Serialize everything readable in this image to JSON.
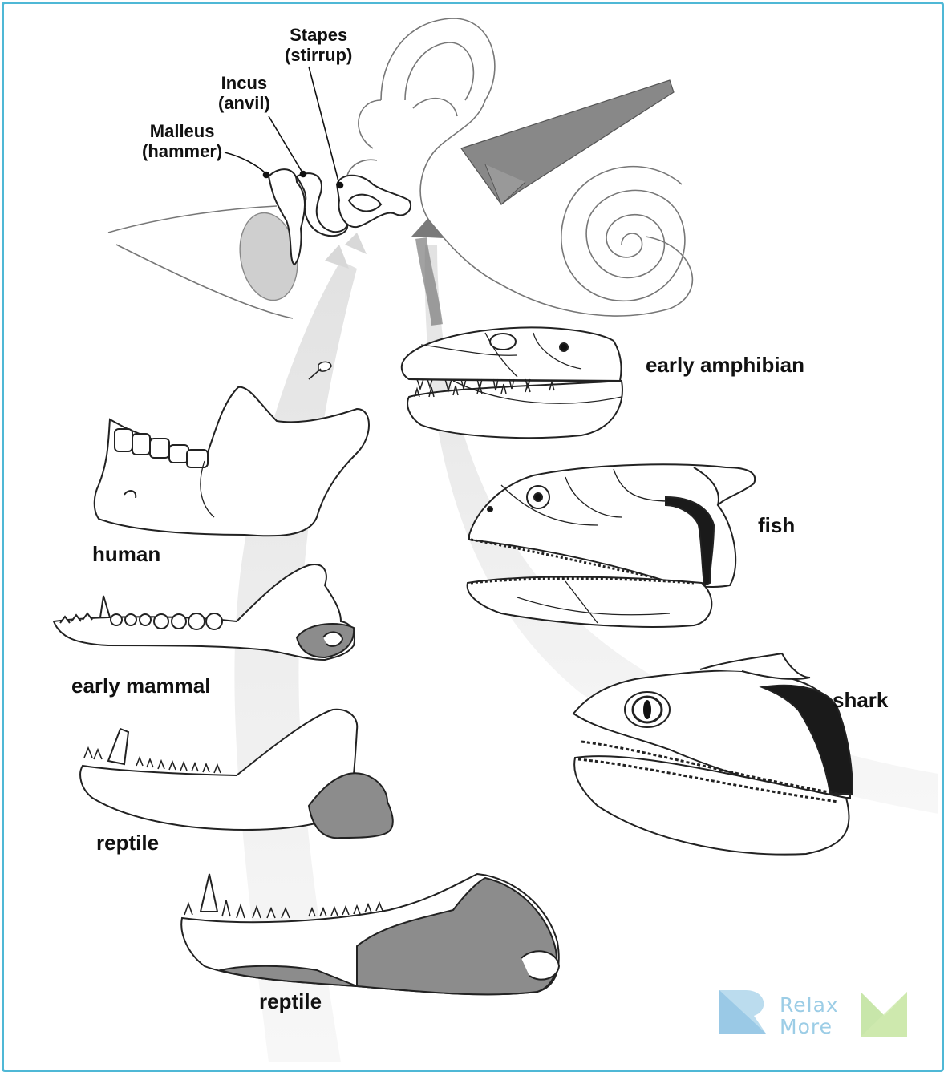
{
  "ear_labels": {
    "stapes": [
      "Stapes",
      "(stirrup)"
    ],
    "incus": [
      "Incus",
      "(anvil)"
    ],
    "malleus": [
      "Malleus",
      "(hammer)"
    ]
  },
  "specimens": {
    "early_amphibian": "early amphibian",
    "fish": "fish",
    "shark": "shark",
    "human": "human",
    "early_mammal": "early mammal",
    "reptile_upper": "reptile",
    "reptile_lower": "reptile"
  },
  "watermark": {
    "line1": "Relax",
    "line2": "More",
    "colors": {
      "blue": "#8fc6e4",
      "green": "#a9d87a"
    }
  },
  "colors": {
    "frame_border": "#4fb8d6",
    "bone_fill": "#ffffff",
    "highlight_gray": "#8c8c8c",
    "dark_fill": "#1a1a1a",
    "arrow_gray": "#e3e3e3"
  }
}
